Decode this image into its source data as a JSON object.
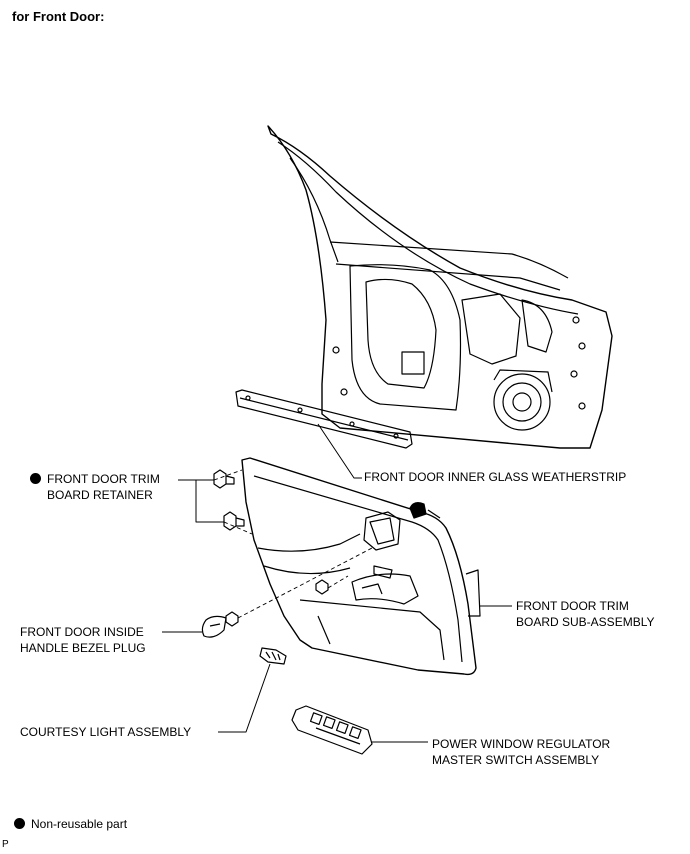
{
  "heading": "for Front Door:",
  "labels": {
    "glass_weatherstrip": "FRONT DOOR INNER GLASS WEATHERSTRIP",
    "trim_retainer_line1": "FRONT DOOR TRIM",
    "trim_retainer_line2": "BOARD RETAINER",
    "trim_board_line1": "FRONT DOOR TRIM",
    "trim_board_line2": "BOARD SUB-ASSEMBLY",
    "bezel_plug_line1": "FRONT DOOR INSIDE",
    "bezel_plug_line2": "HANDLE BEZEL PLUG",
    "courtesy_light": "COURTESY LIGHT ASSEMBLY",
    "master_switch_line1": "POWER WINDOW REGULATOR",
    "master_switch_line2": "MASTER SWITCH ASSEMBLY"
  },
  "legend": {
    "non_reusable": "Non-reusable part"
  },
  "corner_mark": "P"
}
